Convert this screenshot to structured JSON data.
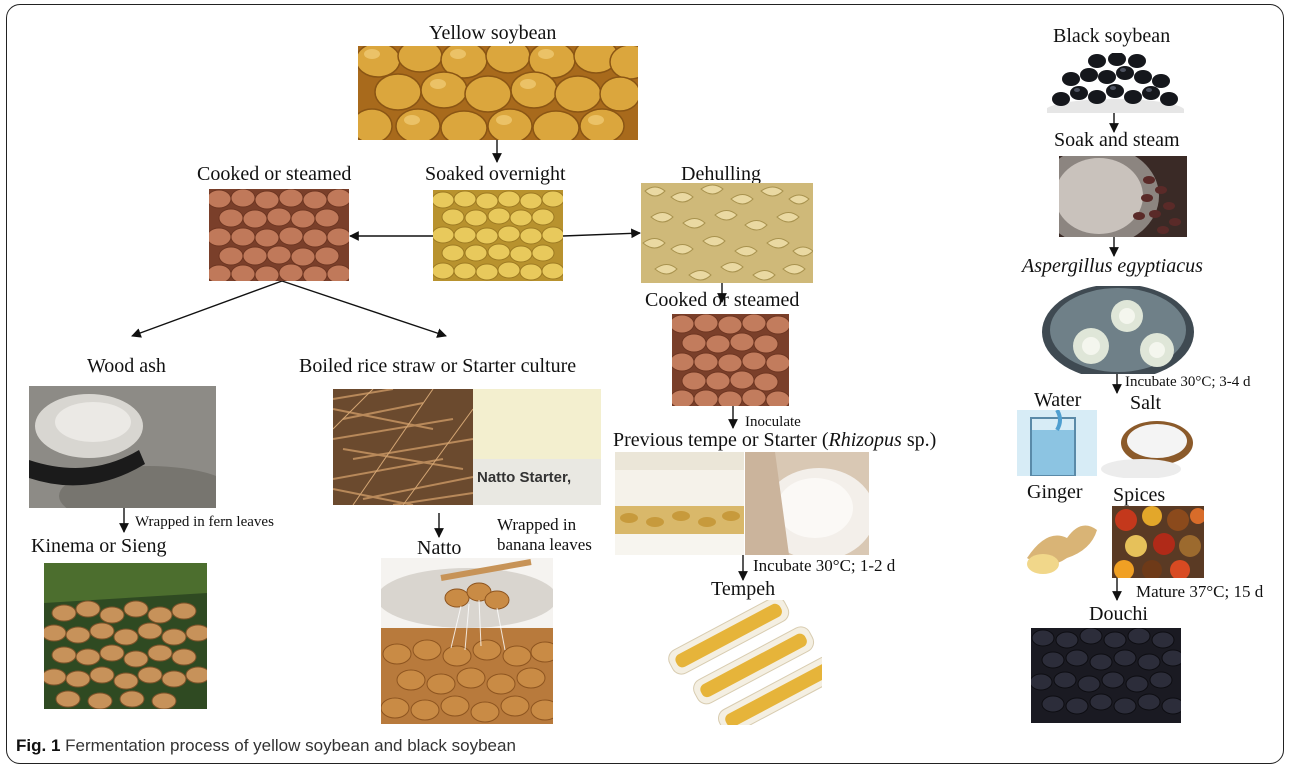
{
  "caption": {
    "fig": "Fig. 1",
    "text": "Fermentation process of yellow soybean and black soybean"
  },
  "labels": {
    "yellow_soybean": "Yellow soybean",
    "cooked_or_steamed_left": "Cooked or steamed",
    "soaked_overnight": "Soaked overnight",
    "dehulling": "Dehulling",
    "cooked_or_steamed_center": "Cooked or steamed",
    "wood_ash": "Wood ash",
    "boiled_rice_straw": "Boiled rice straw or Starter culture",
    "wrapped_fern": "Wrapped in fern leaves",
    "kinema": "Kinema or Sieng",
    "natto": "Natto",
    "wrapped_banana_1": "Wrapped in",
    "wrapped_banana_2": "banana leaves",
    "natto_starter_text": "Natto Starter,",
    "inoculate": "Inoculate",
    "previous_tempe_a": "Previous tempe or Starter (",
    "previous_tempe_b": "Rhizopus",
    "previous_tempe_c": " sp.)",
    "incubate_tempeh": "Incubate 30°C; 1-2 d",
    "tempeh": "Tempeh",
    "black_soybean": "Black soybean",
    "soak_and_steam": "Soak and steam",
    "aspergillus": "Aspergillus egyptiacus",
    "incubate_black": "Incubate 30°C; 3-4 d",
    "water": "Water",
    "salt": "Salt",
    "ginger": "Ginger",
    "spices": "Spices",
    "mature": "Mature 37°C; 15 d",
    "douchi": "Douchi"
  },
  "colors": {
    "soybean_yellow": "#d9a43a",
    "soybean_brown": "#b0684a",
    "black_bean": "#15171c",
    "frame": "#222222"
  }
}
